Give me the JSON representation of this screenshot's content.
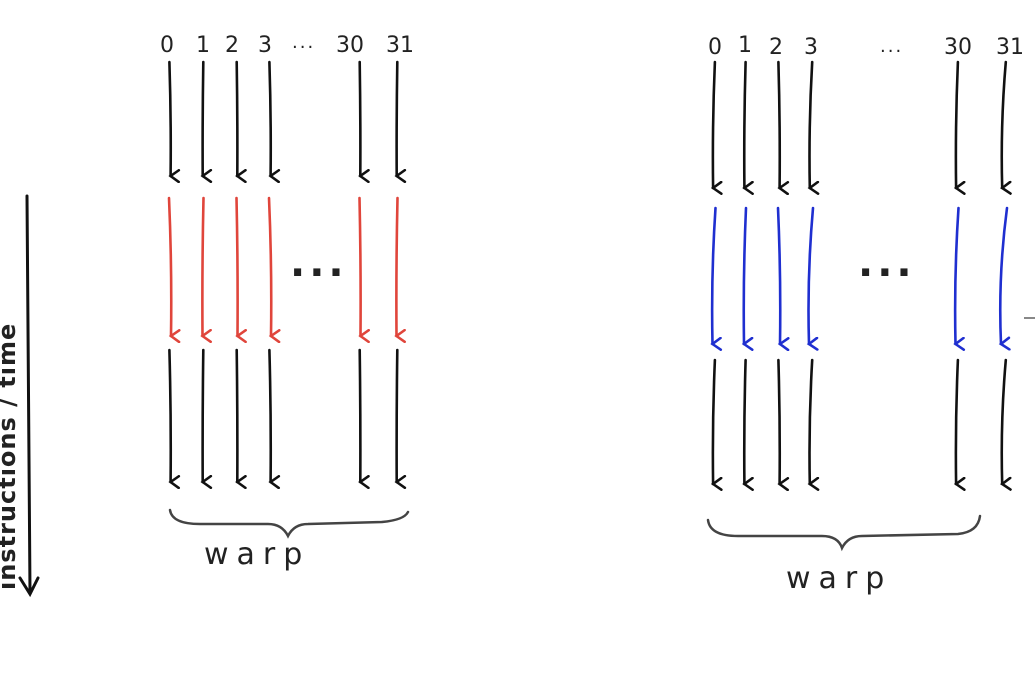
{
  "axis": {
    "label": "instructions / time"
  },
  "ellipsis": "...",
  "colors": {
    "ink": "#111111",
    "red": "#e0453b",
    "blue": "#1f2fd0",
    "background": "#ffffff"
  },
  "warps": [
    {
      "label": "warp",
      "lane_labels": [
        "0",
        "1",
        "2",
        "3",
        "30",
        "31"
      ],
      "stage_colors": [
        "ink",
        "red",
        "ink"
      ]
    },
    {
      "label": "warp",
      "lane_labels": [
        "0",
        "1",
        "2",
        "3",
        "30",
        "31"
      ],
      "stage_colors": [
        "ink",
        "blue",
        "ink"
      ]
    }
  ]
}
